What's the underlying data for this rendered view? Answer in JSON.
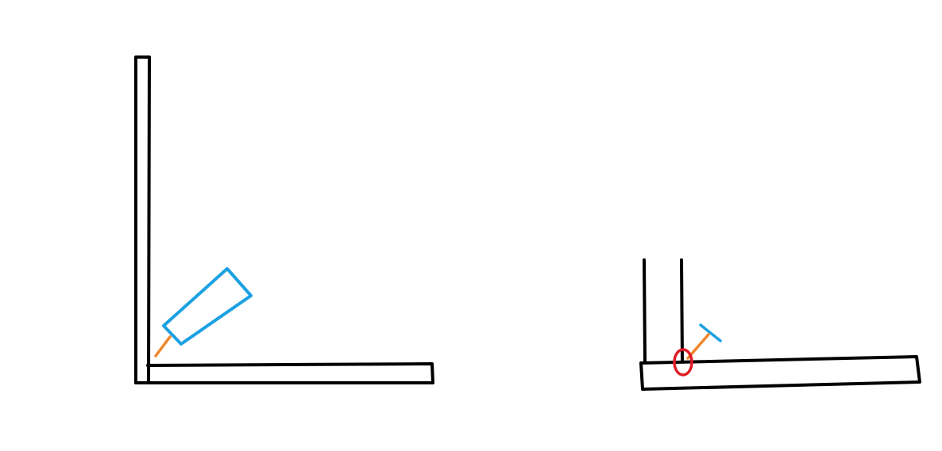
{
  "colors": {
    "background": "#ffffff",
    "plate_outline": "#000000",
    "weld_torch": "#1ba1e2",
    "filler_wire": "#f0862c",
    "highlight_marker": "#e01b24"
  },
  "figures": [
    {
      "id": "fillet-weld-setup",
      "icons": [
        "vertical-plate",
        "horizontal-plate",
        "welding-torch",
        "filler-wire"
      ]
    },
    {
      "id": "tilted-joint-detail",
      "icons": [
        "vertical-plate-edges",
        "tilted-base-plate",
        "torch-tip",
        "filler-wire",
        "red-circle-marker"
      ]
    }
  ]
}
